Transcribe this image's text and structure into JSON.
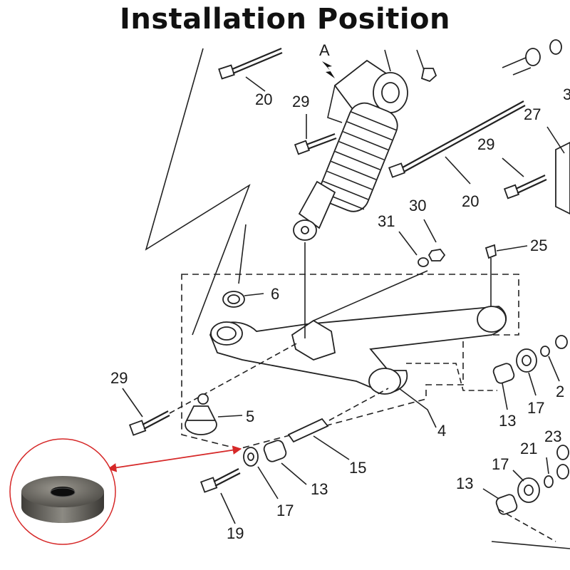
{
  "title": "Installation Position",
  "view_marker": "A",
  "callouts": {
    "c20a": "20",
    "c29a": "29",
    "c27": "27",
    "c3": "3",
    "c29b": "29",
    "c20b": "20",
    "c31": "31",
    "c30": "30",
    "c25": "25",
    "c6": "6",
    "c29c": "29",
    "c5": "5",
    "c4": "4",
    "c2": "2",
    "c17a": "17",
    "c13a": "13",
    "c15": "15",
    "c13b": "13",
    "c17b": "17",
    "c19": "19",
    "c23": "23",
    "c21": "21",
    "c17c": "17",
    "c13c": "13"
  },
  "colors": {
    "highlight_arrow": "#d62828",
    "inset_border": "#d62828",
    "washer_metal": "#6e6c66"
  }
}
